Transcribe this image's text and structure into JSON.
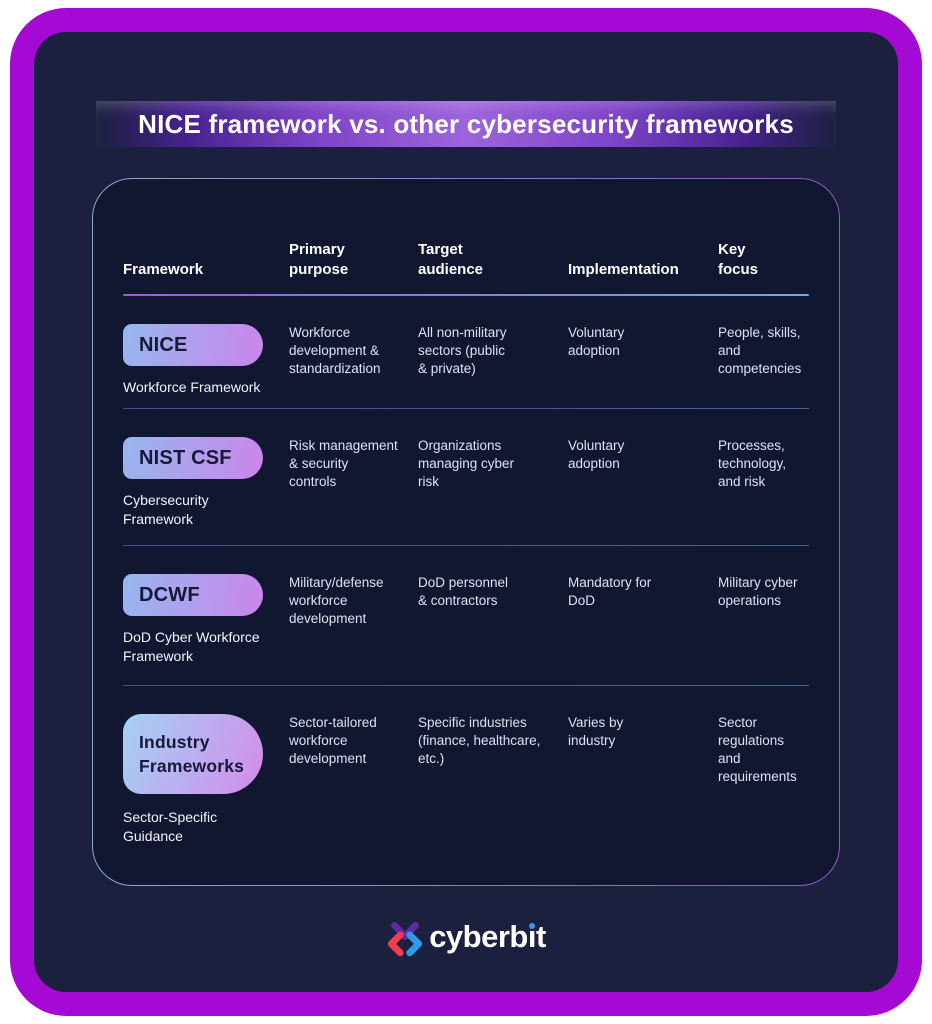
{
  "title_banner": {
    "title": "NICE framework vs. other cybersecurity frameworks"
  },
  "comparison_table": {
    "columns": [
      {
        "label": "Framework"
      },
      {
        "label": "Primary\npurpose"
      },
      {
        "label": "Target\naudience"
      },
      {
        "label": "Implementation"
      },
      {
        "label": "Key\nfocus"
      }
    ],
    "rows": [
      {
        "framework_badge": "NICE",
        "framework_sub": "Workforce Framework",
        "primary_purpose": "Workforce\ndevelopment &\nstandardization",
        "target_audience": "All non-military\nsectors (public\n& private)",
        "implementation": "Voluntary\nadoption",
        "key_focus": "People, skills,\nand\ncompetencies"
      },
      {
        "framework_badge": "NIST CSF",
        "framework_sub": "Cybersecurity\nFramework",
        "primary_purpose": "Risk management\n& security\ncontrols",
        "target_audience": "Organizations\nmanaging cyber\nrisk",
        "implementation": "Voluntary\nadoption",
        "key_focus": "Processes,\ntechnology,\nand risk"
      },
      {
        "framework_badge": "DCWF",
        "framework_sub": "DoD Cyber Workforce\nFramework",
        "primary_purpose": "Military/defense\nworkforce\ndevelopment",
        "target_audience": "DoD personnel\n& contractors",
        "implementation": "Mandatory for\nDoD",
        "key_focus": "Military cyber\noperations"
      },
      {
        "framework_badge": "Industry\nFrameworks",
        "framework_sub": "Sector-Specific\nGuidance",
        "primary_purpose": "Sector-tailored\nworkforce\ndevelopment",
        "target_audience": "Specific industries\n(finance, healthcare,\netc.)",
        "implementation": "Varies by\nindustry",
        "key_focus": "Sector\nregulations\nand\nrequirements"
      }
    ]
  },
  "footer_logo": {
    "brand_name": "cyberbit",
    "brand_part1": "cyberb",
    "brand_dotless_i": "ı",
    "brand_part2": "t"
  },
  "colors": {
    "frame_border": "#A50AD5",
    "panel_bg": "#1B203F",
    "card_bg": "#121731",
    "banner_purple_center": "#9D64DC",
    "badge_gradient_start": "#96B7EE",
    "badge_gradient_end": "#CB85EC",
    "card_border_left": "#8FA8D0",
    "card_border_right": "#9157CC",
    "header_divider_start": "#9F5BD8",
    "header_divider_end": "#6FA9E2",
    "logo_red": "#EE3D4D",
    "logo_purple": "#5E2BA0",
    "logo_blue": "#2D9BE8",
    "logo_i_dot": "#2E9BE6"
  }
}
